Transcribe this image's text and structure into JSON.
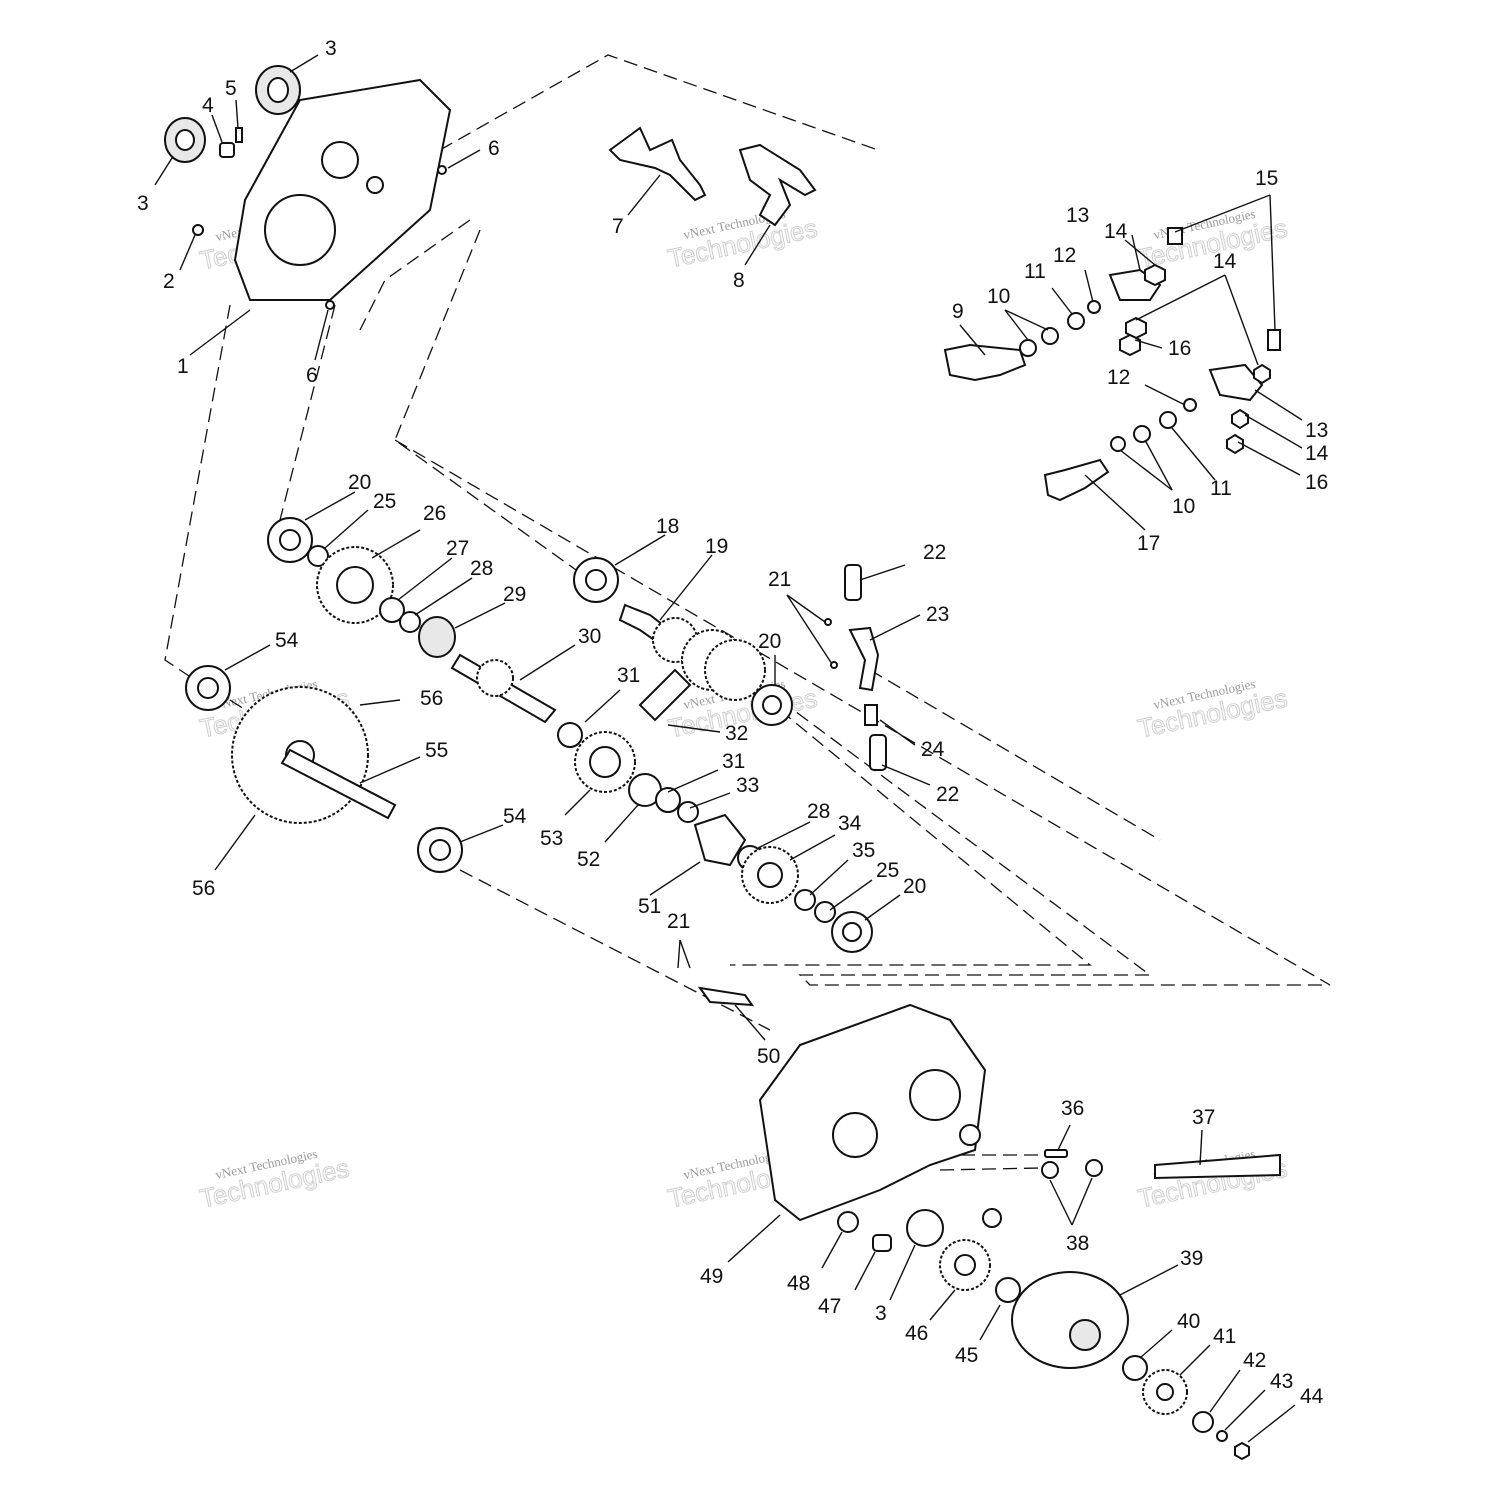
{
  "watermark": {
    "line1": "vNext Technologies",
    "line2": "Technologies"
  },
  "callouts": [
    {
      "id": "c3a",
      "text": "3"
    },
    {
      "id": "c5",
      "text": "5"
    },
    {
      "id": "c4",
      "text": "4"
    },
    {
      "id": "c3b",
      "text": "3"
    },
    {
      "id": "c6a",
      "text": "6"
    },
    {
      "id": "c2",
      "text": "2"
    },
    {
      "id": "c1",
      "text": "1"
    },
    {
      "id": "c6b",
      "text": "6"
    },
    {
      "id": "c7",
      "text": "7"
    },
    {
      "id": "c8",
      "text": "8"
    },
    {
      "id": "c15",
      "text": "15"
    },
    {
      "id": "c13a",
      "text": "13"
    },
    {
      "id": "c14a",
      "text": "14"
    },
    {
      "id": "c12a",
      "text": "12"
    },
    {
      "id": "c11a",
      "text": "11"
    },
    {
      "id": "c10a",
      "text": "10"
    },
    {
      "id": "c9",
      "text": "9"
    },
    {
      "id": "c14b",
      "text": "14"
    },
    {
      "id": "c16a",
      "text": "16"
    },
    {
      "id": "c12b",
      "text": "12"
    },
    {
      "id": "c13b",
      "text": "13"
    },
    {
      "id": "c14c",
      "text": "14"
    },
    {
      "id": "c16b",
      "text": "16"
    },
    {
      "id": "c11b",
      "text": "11"
    },
    {
      "id": "c10b",
      "text": "10"
    },
    {
      "id": "c17",
      "text": "17"
    },
    {
      "id": "c20a",
      "text": "20"
    },
    {
      "id": "c25a",
      "text": "25"
    },
    {
      "id": "c26",
      "text": "26"
    },
    {
      "id": "c27",
      "text": "27"
    },
    {
      "id": "c28a",
      "text": "28"
    },
    {
      "id": "c29",
      "text": "29"
    },
    {
      "id": "c18",
      "text": "18"
    },
    {
      "id": "c19",
      "text": "19"
    },
    {
      "id": "c22a",
      "text": "22"
    },
    {
      "id": "c21a",
      "text": "21"
    },
    {
      "id": "c23",
      "text": "23"
    },
    {
      "id": "c20b",
      "text": "20"
    },
    {
      "id": "c30",
      "text": "30"
    },
    {
      "id": "c54a",
      "text": "54"
    },
    {
      "id": "c56a",
      "text": "56"
    },
    {
      "id": "c31a",
      "text": "31"
    },
    {
      "id": "c32",
      "text": "32"
    },
    {
      "id": "c24",
      "text": "24"
    },
    {
      "id": "c22b",
      "text": "22"
    },
    {
      "id": "c55",
      "text": "55"
    },
    {
      "id": "c31b",
      "text": "31"
    },
    {
      "id": "c33",
      "text": "33"
    },
    {
      "id": "c54b",
      "text": "54"
    },
    {
      "id": "c53",
      "text": "53"
    },
    {
      "id": "c52",
      "text": "52"
    },
    {
      "id": "c56b",
      "text": "56"
    },
    {
      "id": "c28b",
      "text": "28"
    },
    {
      "id": "c34",
      "text": "34"
    },
    {
      "id": "c35",
      "text": "35"
    },
    {
      "id": "c25b",
      "text": "25"
    },
    {
      "id": "c20c",
      "text": "20"
    },
    {
      "id": "c51",
      "text": "51"
    },
    {
      "id": "c21b",
      "text": "21"
    },
    {
      "id": "c50",
      "text": "50"
    },
    {
      "id": "c36",
      "text": "36"
    },
    {
      "id": "c37",
      "text": "37"
    },
    {
      "id": "c38",
      "text": "38"
    },
    {
      "id": "c39",
      "text": "39"
    },
    {
      "id": "c49",
      "text": "49"
    },
    {
      "id": "c48",
      "text": "48"
    },
    {
      "id": "c47",
      "text": "47"
    },
    {
      "id": "c3c",
      "text": "3"
    },
    {
      "id": "c46",
      "text": "46"
    },
    {
      "id": "c45",
      "text": "45"
    },
    {
      "id": "c40",
      "text": "40"
    },
    {
      "id": "c41",
      "text": "41"
    },
    {
      "id": "c42",
      "text": "42"
    },
    {
      "id": "c43",
      "text": "43"
    },
    {
      "id": "c44",
      "text": "44"
    }
  ]
}
